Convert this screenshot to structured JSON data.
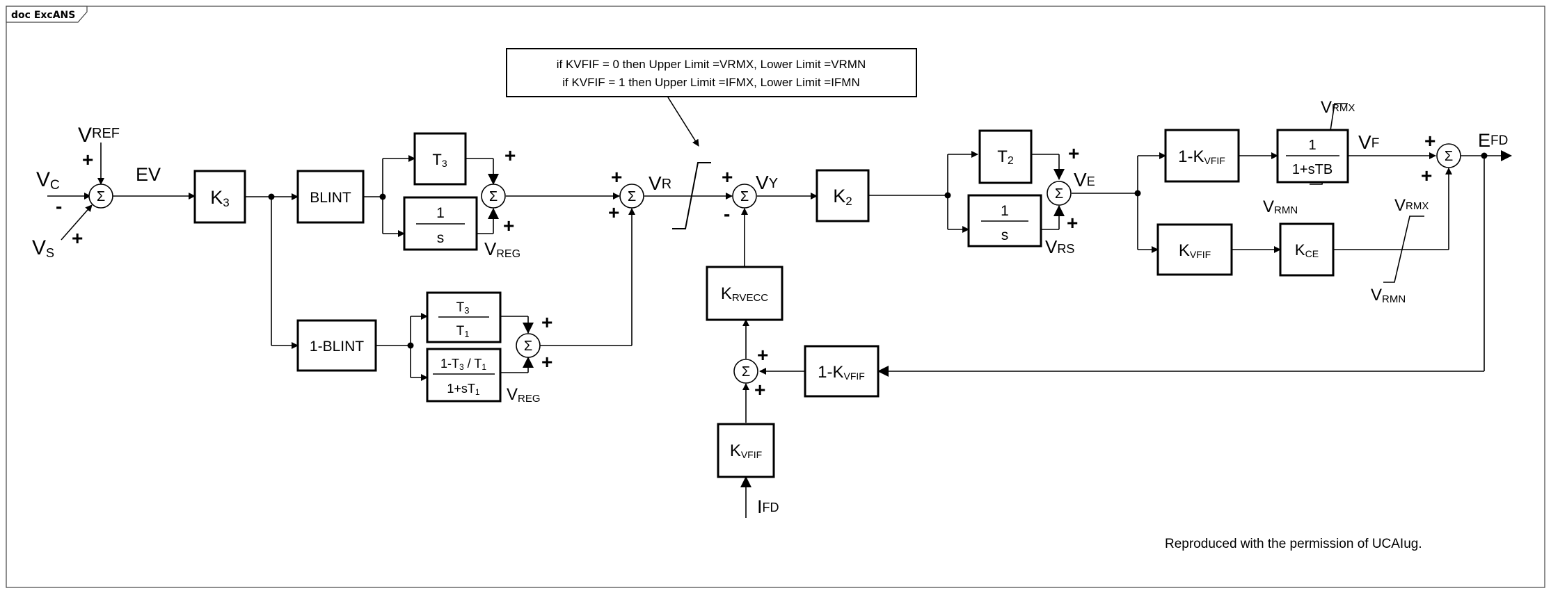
{
  "frame": {
    "title": "doc ExcANS"
  },
  "note": {
    "line1": "if KVFIF = 0 then Upper Limit =VRMX, Lower Limit =VRMN",
    "line2": "if KVFIF = 1 then Upper Limit =IFMX, Lower Limit =IFMN"
  },
  "footer": "Reproduced with the permission of UCAIug.",
  "sum_symbol": "Σ",
  "blocks": {
    "k3": {
      "main": "K",
      "sub": "3"
    },
    "blint": {
      "label": "BLINT"
    },
    "t3": {
      "main": "T",
      "sub": "3"
    },
    "integrator1": {
      "num": "1",
      "den": "s"
    },
    "one_minus_blint": {
      "label": "1-BLINT"
    },
    "t3_over_t1": {
      "num_main": "T",
      "num_sub": "3",
      "den_main": "T",
      "den_sub": "1"
    },
    "lead_lag": {
      "num_a": "1-T",
      "num_a_sub": "3",
      "num_b": " / T",
      "num_b_sub": "1",
      "den_a": "1+sT",
      "den_a_sub": "1"
    },
    "k2": {
      "main": "K",
      "sub": "2"
    },
    "krvecc": {
      "main": "K",
      "sub": "RVECC"
    },
    "kvfif_bottom": {
      "main": "K",
      "sub": "VFIF"
    },
    "one_minus_kvfif_fb": {
      "main": "1-K",
      "sub": "VFIF"
    },
    "t2": {
      "main": "T",
      "sub": "2"
    },
    "integrator2": {
      "num": "1",
      "den": "s"
    },
    "one_minus_kvfif_top": {
      "main": "1-K",
      "sub": "VFIF"
    },
    "kvfif_right": {
      "main": "K",
      "sub": "VFIF"
    },
    "first_order": {
      "num": "1",
      "den": "1+sTB"
    },
    "kce": {
      "main": "K",
      "sub": "CE"
    }
  },
  "signals": {
    "vc": {
      "main": "V",
      "sub": "C"
    },
    "vref": {
      "main": "V",
      "sub": "REF"
    },
    "vs": {
      "main": "V",
      "sub": "S"
    },
    "ev": {
      "main": "EV"
    },
    "vreg1": {
      "main": "V",
      "sub": "REG"
    },
    "vreg2": {
      "main": "V",
      "sub": "REG"
    },
    "vr": {
      "main": "V",
      "sub": "R"
    },
    "vy": {
      "main": "V",
      "sub": "Y"
    },
    "ve": {
      "main": "V",
      "sub": "E"
    },
    "vrs": {
      "main": "V",
      "sub": "RS"
    },
    "vf": {
      "main": "V",
      "sub": "F"
    },
    "efd": {
      "main": "E",
      "sub": "FD"
    },
    "ifd": {
      "main": "I",
      "sub": "FD"
    },
    "vrmx_top": {
      "main": "V",
      "sub": "RMX"
    },
    "vrmn_top": {
      "main": "V",
      "sub": "RMN"
    },
    "vrmx_right": {
      "main": "V",
      "sub": "RMX"
    },
    "vrmn_right": {
      "main": "V",
      "sub": "RMN"
    }
  },
  "signs": {
    "plus": "+",
    "minus": "-"
  }
}
